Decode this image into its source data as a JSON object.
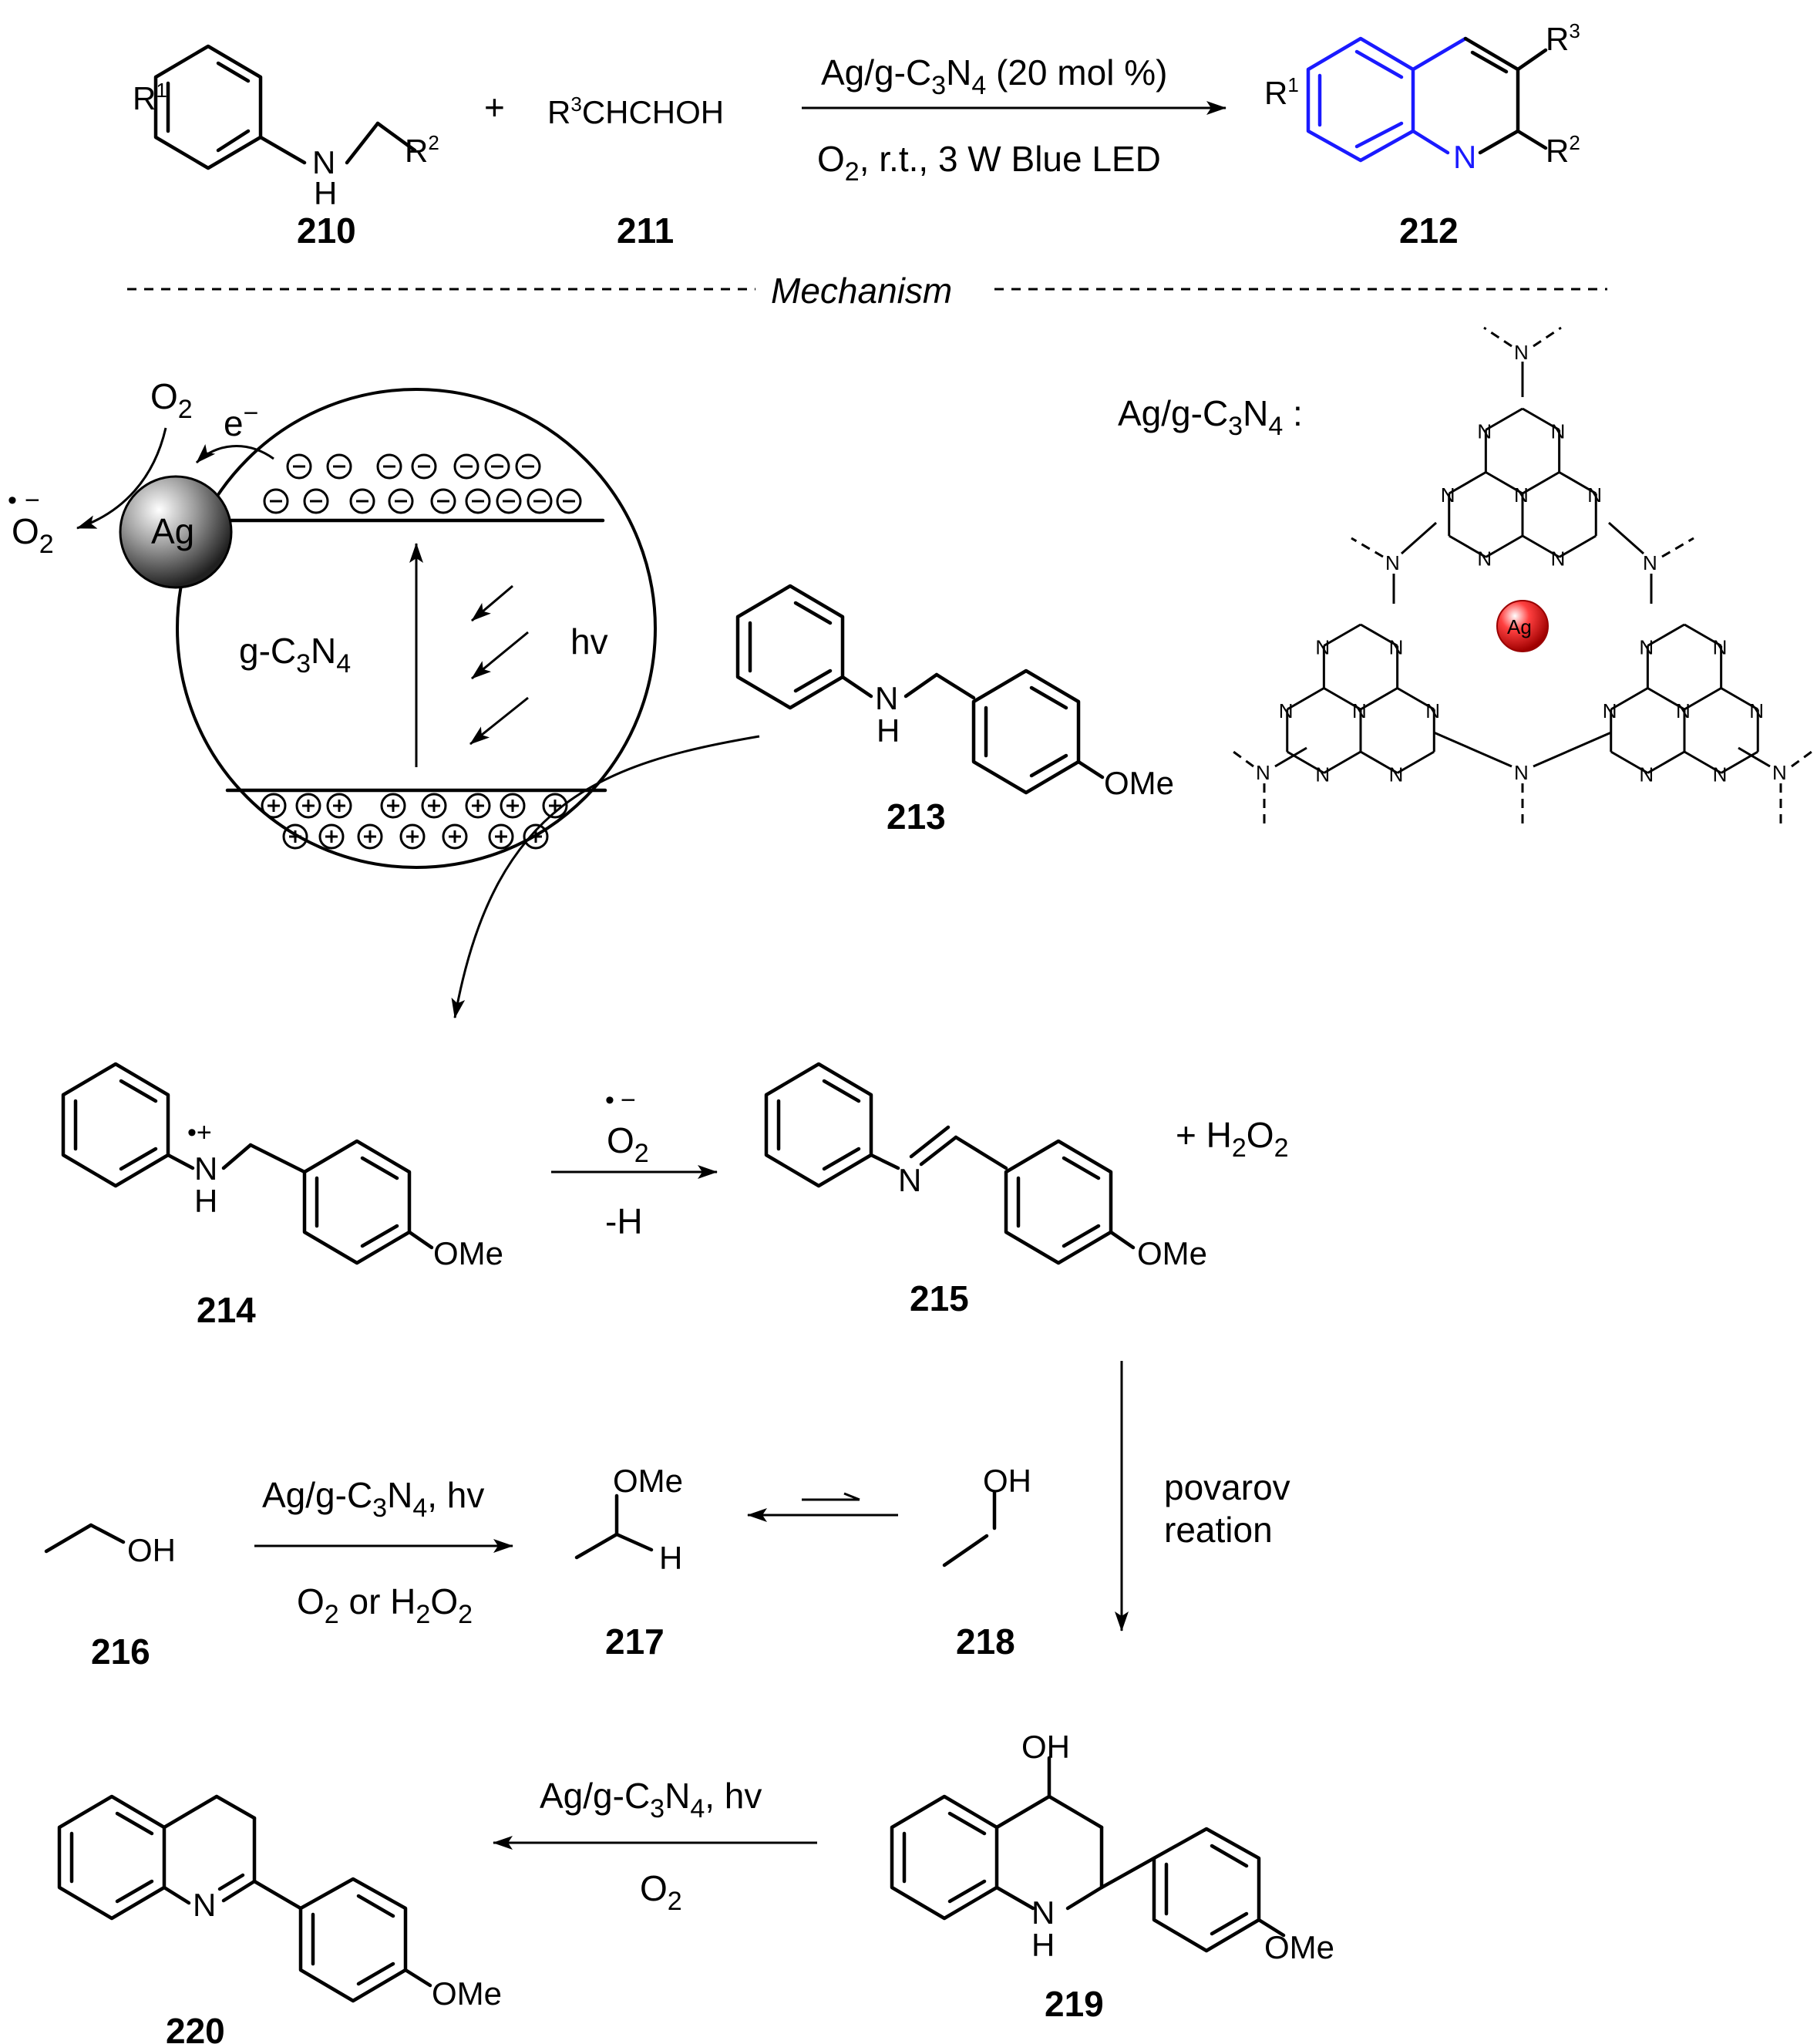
{
  "reaction": {
    "reactant1_r1": "R",
    "reactant1_r1_sup": "1",
    "reactant1_n": "N",
    "reactant1_h": "H",
    "reactant1_r2": "R",
    "reactant1_r2_sup": "2",
    "plus": "+",
    "reactant2_r3": "R",
    "reactant2_r3_sup": "3",
    "reactant2_rest": "CHCHOH",
    "conditions_top_a": "Ag/g-C",
    "conditions_top_sub3": "3",
    "conditions_top_b": "N",
    "conditions_top_sub4": "4",
    "conditions_top_c": " (20 mol %)",
    "conditions_bottom_a": "O",
    "conditions_bottom_sub": "2",
    "conditions_bottom_b": ", r.t., 3 W Blue LED",
    "product_r1": "R",
    "product_r1_sup": "1",
    "product_n": "N",
    "product_r2": "R",
    "product_r2_sup": "2",
    "product_r3": "R",
    "product_r3_sup": "3",
    "label_210": "210",
    "label_211": "211",
    "label_212": "212"
  },
  "mechanism_title": "Mechanism",
  "photocatalysis": {
    "o2": "O",
    "o2_sub": "2",
    "electron": "e",
    "electron_sup": "−",
    "superoxide_dot": "•",
    "superoxide_minus": "−",
    "superoxide_o": "O",
    "superoxide_sub": "2",
    "ag": "Ag",
    "gc3n4_a": "g-C",
    "gc3n4_sub3": "3",
    "gc3n4_b": "N",
    "gc3n4_sub4": "4",
    "hv": "hv",
    "minus_sign": "−",
    "plus_sign": "+"
  },
  "catalyst_structure": {
    "caption_a": "Ag/g-C",
    "caption_sub3": "3",
    "caption_b": "N",
    "caption_sub4": "4",
    "caption_colon": " :",
    "ring_atom": "N",
    "ag_label": "Ag",
    "highlight_color": "#e52020"
  },
  "compound_213": {
    "nh_n": "N",
    "nh_h": "H",
    "ome": "OMe",
    "label": "213"
  },
  "compound_214": {
    "radical": "•+",
    "nh_n": "N",
    "nh_h": "H",
    "ome": "OMe",
    "label": "214"
  },
  "step_214_215": {
    "top_dot": "•",
    "top_minus": "−",
    "top_o": "O",
    "top_sub": "2",
    "bottom": "-H"
  },
  "compound_215": {
    "n": "N",
    "ome": "OMe",
    "label": "215",
    "plus_h2o2_a": "+  H",
    "plus_h2o2_sub1": "2",
    "plus_h2o2_b": "O",
    "plus_h2o2_sub2": "2"
  },
  "step_215_219": {
    "line1": "povarov",
    "line2": "reation"
  },
  "compound_216": {
    "oh": "OH",
    "label": "216"
  },
  "step_216_217": {
    "top_a": "Ag/g-C",
    "top_sub3": "3",
    "top_b": "N",
    "top_sub4": "4",
    "top_c": ", hv",
    "bottom_a": "O",
    "bottom_sub1": "2",
    "bottom_b": " or H",
    "bottom_sub2": "2",
    "bottom_c": "O",
    "bottom_sub3": "2"
  },
  "compound_217": {
    "ome": "OMe",
    "h": "H",
    "label": "217"
  },
  "compound_218": {
    "oh": "OH",
    "label": "218"
  },
  "compound_219": {
    "oh": "OH",
    "n": "N",
    "h": "H",
    "ome": "OMe",
    "label": "219"
  },
  "step_219_220": {
    "top_a": "Ag/g-C",
    "top_sub3": "3",
    "top_b": "N",
    "top_sub4": "4",
    "top_c": ", hv",
    "bottom_a": "O",
    "bottom_sub": "2"
  },
  "compound_220": {
    "n": "N",
    "ome": "OMe",
    "label": "220"
  },
  "colors": {
    "product_ring": "#1a1aff",
    "ag_particle": "#808080",
    "ag_highlight": "#e52020"
  }
}
